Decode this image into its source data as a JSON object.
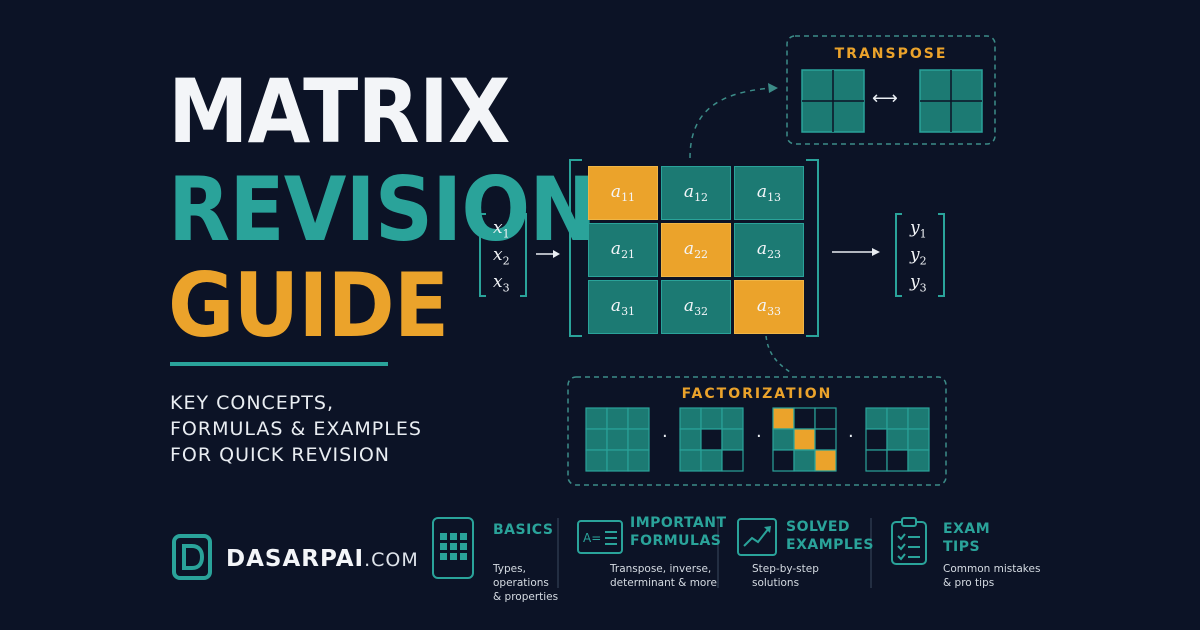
{
  "title": {
    "line1": "MATRIX",
    "line2": "REVISION",
    "line3": "GUIDE"
  },
  "subtitle": {
    "line1": "KEY CONCEPTS,",
    "line2": "FORMULAS & EXAMPLES",
    "line3": "FOR QUICK REVISION"
  },
  "brand": {
    "name": "DASARPAI",
    "domain": ".COM"
  },
  "transpose": {
    "label": "TRANSPOSE",
    "arrow": "⟷"
  },
  "factorization": {
    "label": "FACTORIZATION",
    "dot": "·"
  },
  "input_vector": [
    {
      "base": "x",
      "sub": "1"
    },
    {
      "base": "x",
      "sub": "2"
    },
    {
      "base": "x",
      "sub": "3"
    }
  ],
  "output_vector": [
    {
      "base": "y",
      "sub": "1"
    },
    {
      "base": "y",
      "sub": "2"
    },
    {
      "base": "y",
      "sub": "3"
    }
  ],
  "matrix": [
    {
      "base": "a",
      "sub": "11",
      "highlight": true
    },
    {
      "base": "a",
      "sub": "12",
      "highlight": false
    },
    {
      "base": "a",
      "sub": "13",
      "highlight": false
    },
    {
      "base": "a",
      "sub": "21",
      "highlight": false
    },
    {
      "base": "a",
      "sub": "22",
      "highlight": true
    },
    {
      "base": "a",
      "sub": "23",
      "highlight": false
    },
    {
      "base": "a",
      "sub": "31",
      "highlight": false
    },
    {
      "base": "a",
      "sub": "32",
      "highlight": false
    },
    {
      "base": "a",
      "sub": "33",
      "highlight": true
    }
  ],
  "features": [
    {
      "icon": "grid-icon",
      "title": "BASICS",
      "desc": "Types,\noperations\n& properties"
    },
    {
      "icon": "formula-icon",
      "title": "IMPORTANT\nFORMULAS",
      "desc": "Transpose, inverse,\ndeterminant & more"
    },
    {
      "icon": "chart-up-icon",
      "title": "SOLVED\nEXAMPLES",
      "desc": "Step-by-step\nsolutions"
    },
    {
      "icon": "clipboard-icon",
      "title": "EXAM\nTIPS",
      "desc": "Common mistakes\n& pro tips"
    }
  ],
  "colors": {
    "background": "#0c1326",
    "teal": "#2aa39a",
    "cell_teal": "#1c7a73",
    "gold": "#eba32b",
    "white": "#f3f5f8"
  }
}
